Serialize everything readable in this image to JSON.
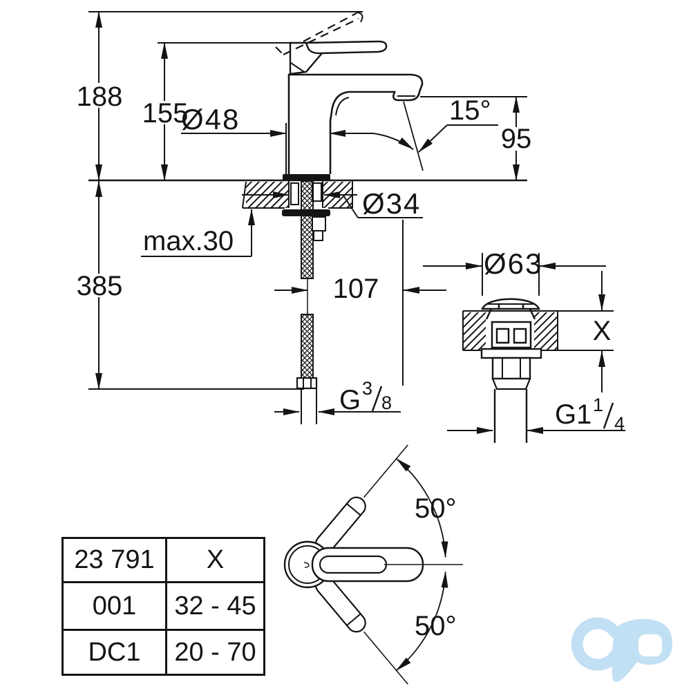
{
  "document_type": "faucet-installation-dimension-drawing",
  "dimensions": {
    "overall_height": "188",
    "height_to_lever": "155",
    "base_diameter": "Ø48",
    "stream_angle": "15°",
    "spout_outlet_height": "95",
    "mounting_hole_diameter": "Ø34",
    "max_deck_thickness": "max.30",
    "hose_length": "385",
    "spout_reach": "107",
    "waste_cap_diameter": "Ø63",
    "deck_thickness": "X",
    "handle_swing_up": "50°",
    "handle_swing_down": "50°",
    "hose_thread": {
      "g": "G",
      "num": "3",
      "den": "8"
    },
    "waste_thread": {
      "g": "G1",
      "num": "1",
      "den": "4"
    }
  },
  "spec_table": {
    "rows": [
      {
        "code": "23 791",
        "value": "X"
      },
      {
        "code": "001",
        "value": "32 - 45"
      },
      {
        "code": "DC1",
        "value": "20 - 70"
      }
    ]
  },
  "colors": {
    "ink": "#141414",
    "paper": "#ffffff",
    "watermark": "#c2e0f3"
  }
}
